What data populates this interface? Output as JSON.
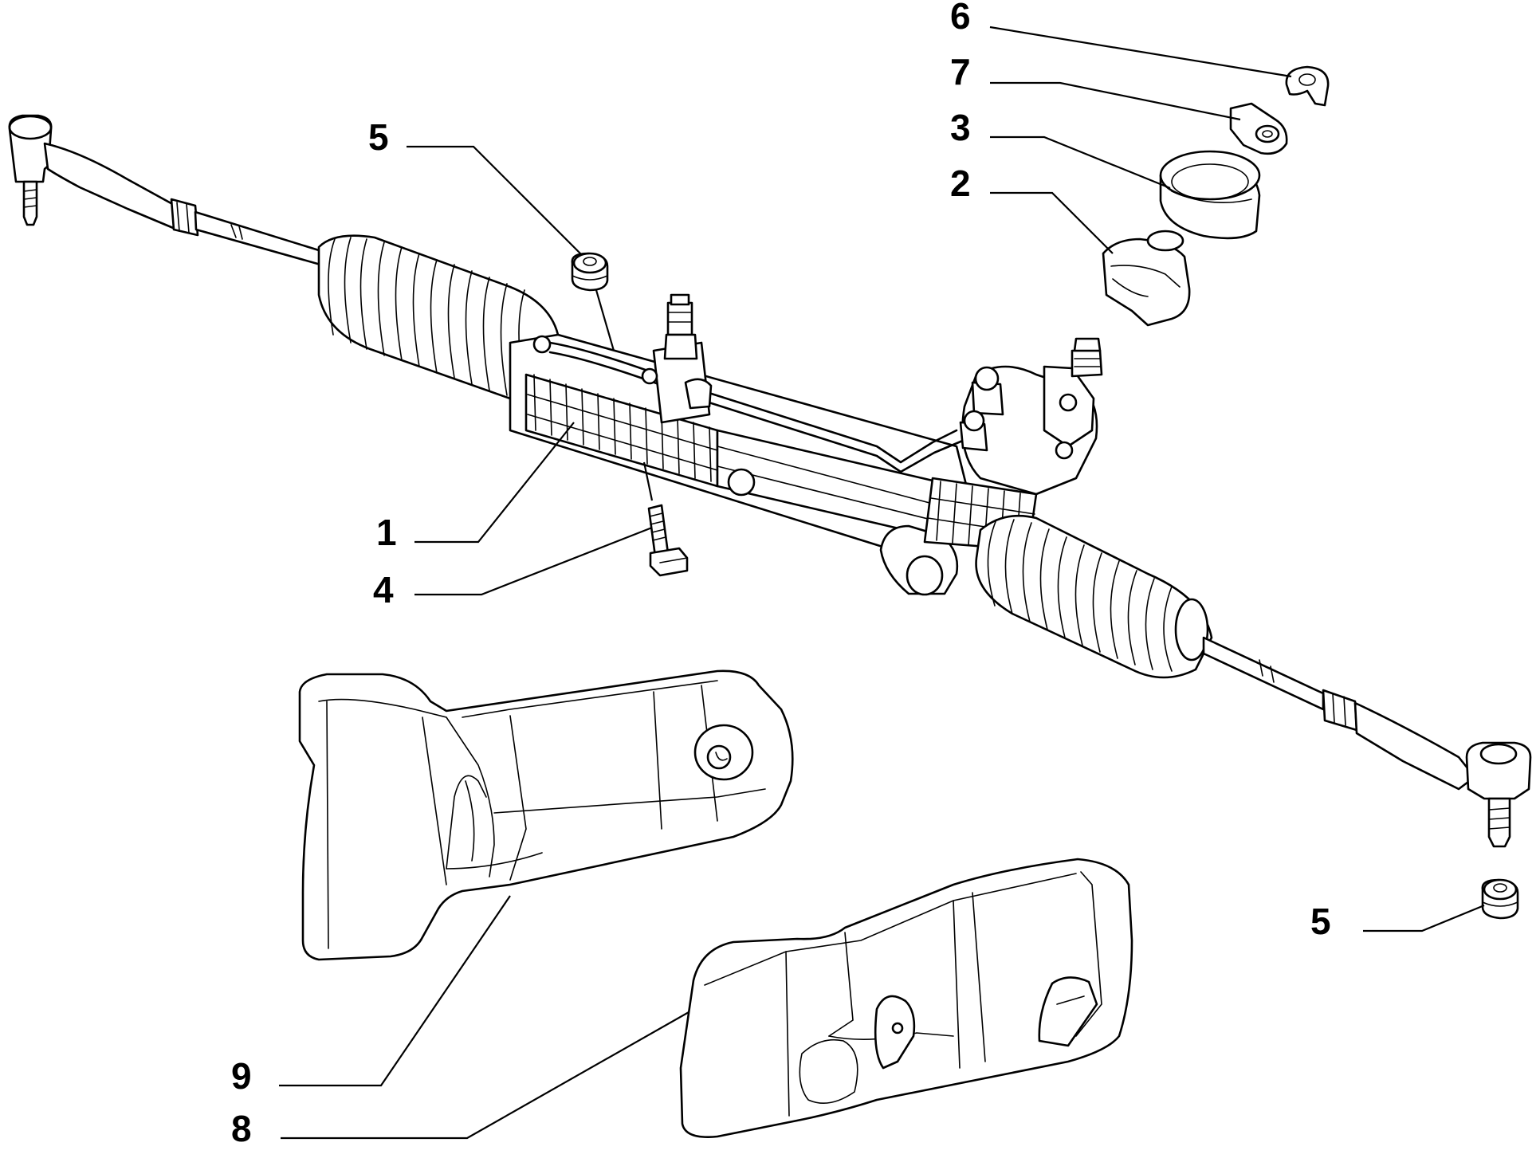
{
  "callouts": {
    "c6": "6",
    "c7": "7",
    "c3": "3",
    "c2": "2",
    "c5a": "5",
    "c1": "1",
    "c4": "4",
    "c5b": "5",
    "c9": "9",
    "c8": "8"
  },
  "colors": {
    "ink": "#000000",
    "paper": "#ffffff"
  }
}
